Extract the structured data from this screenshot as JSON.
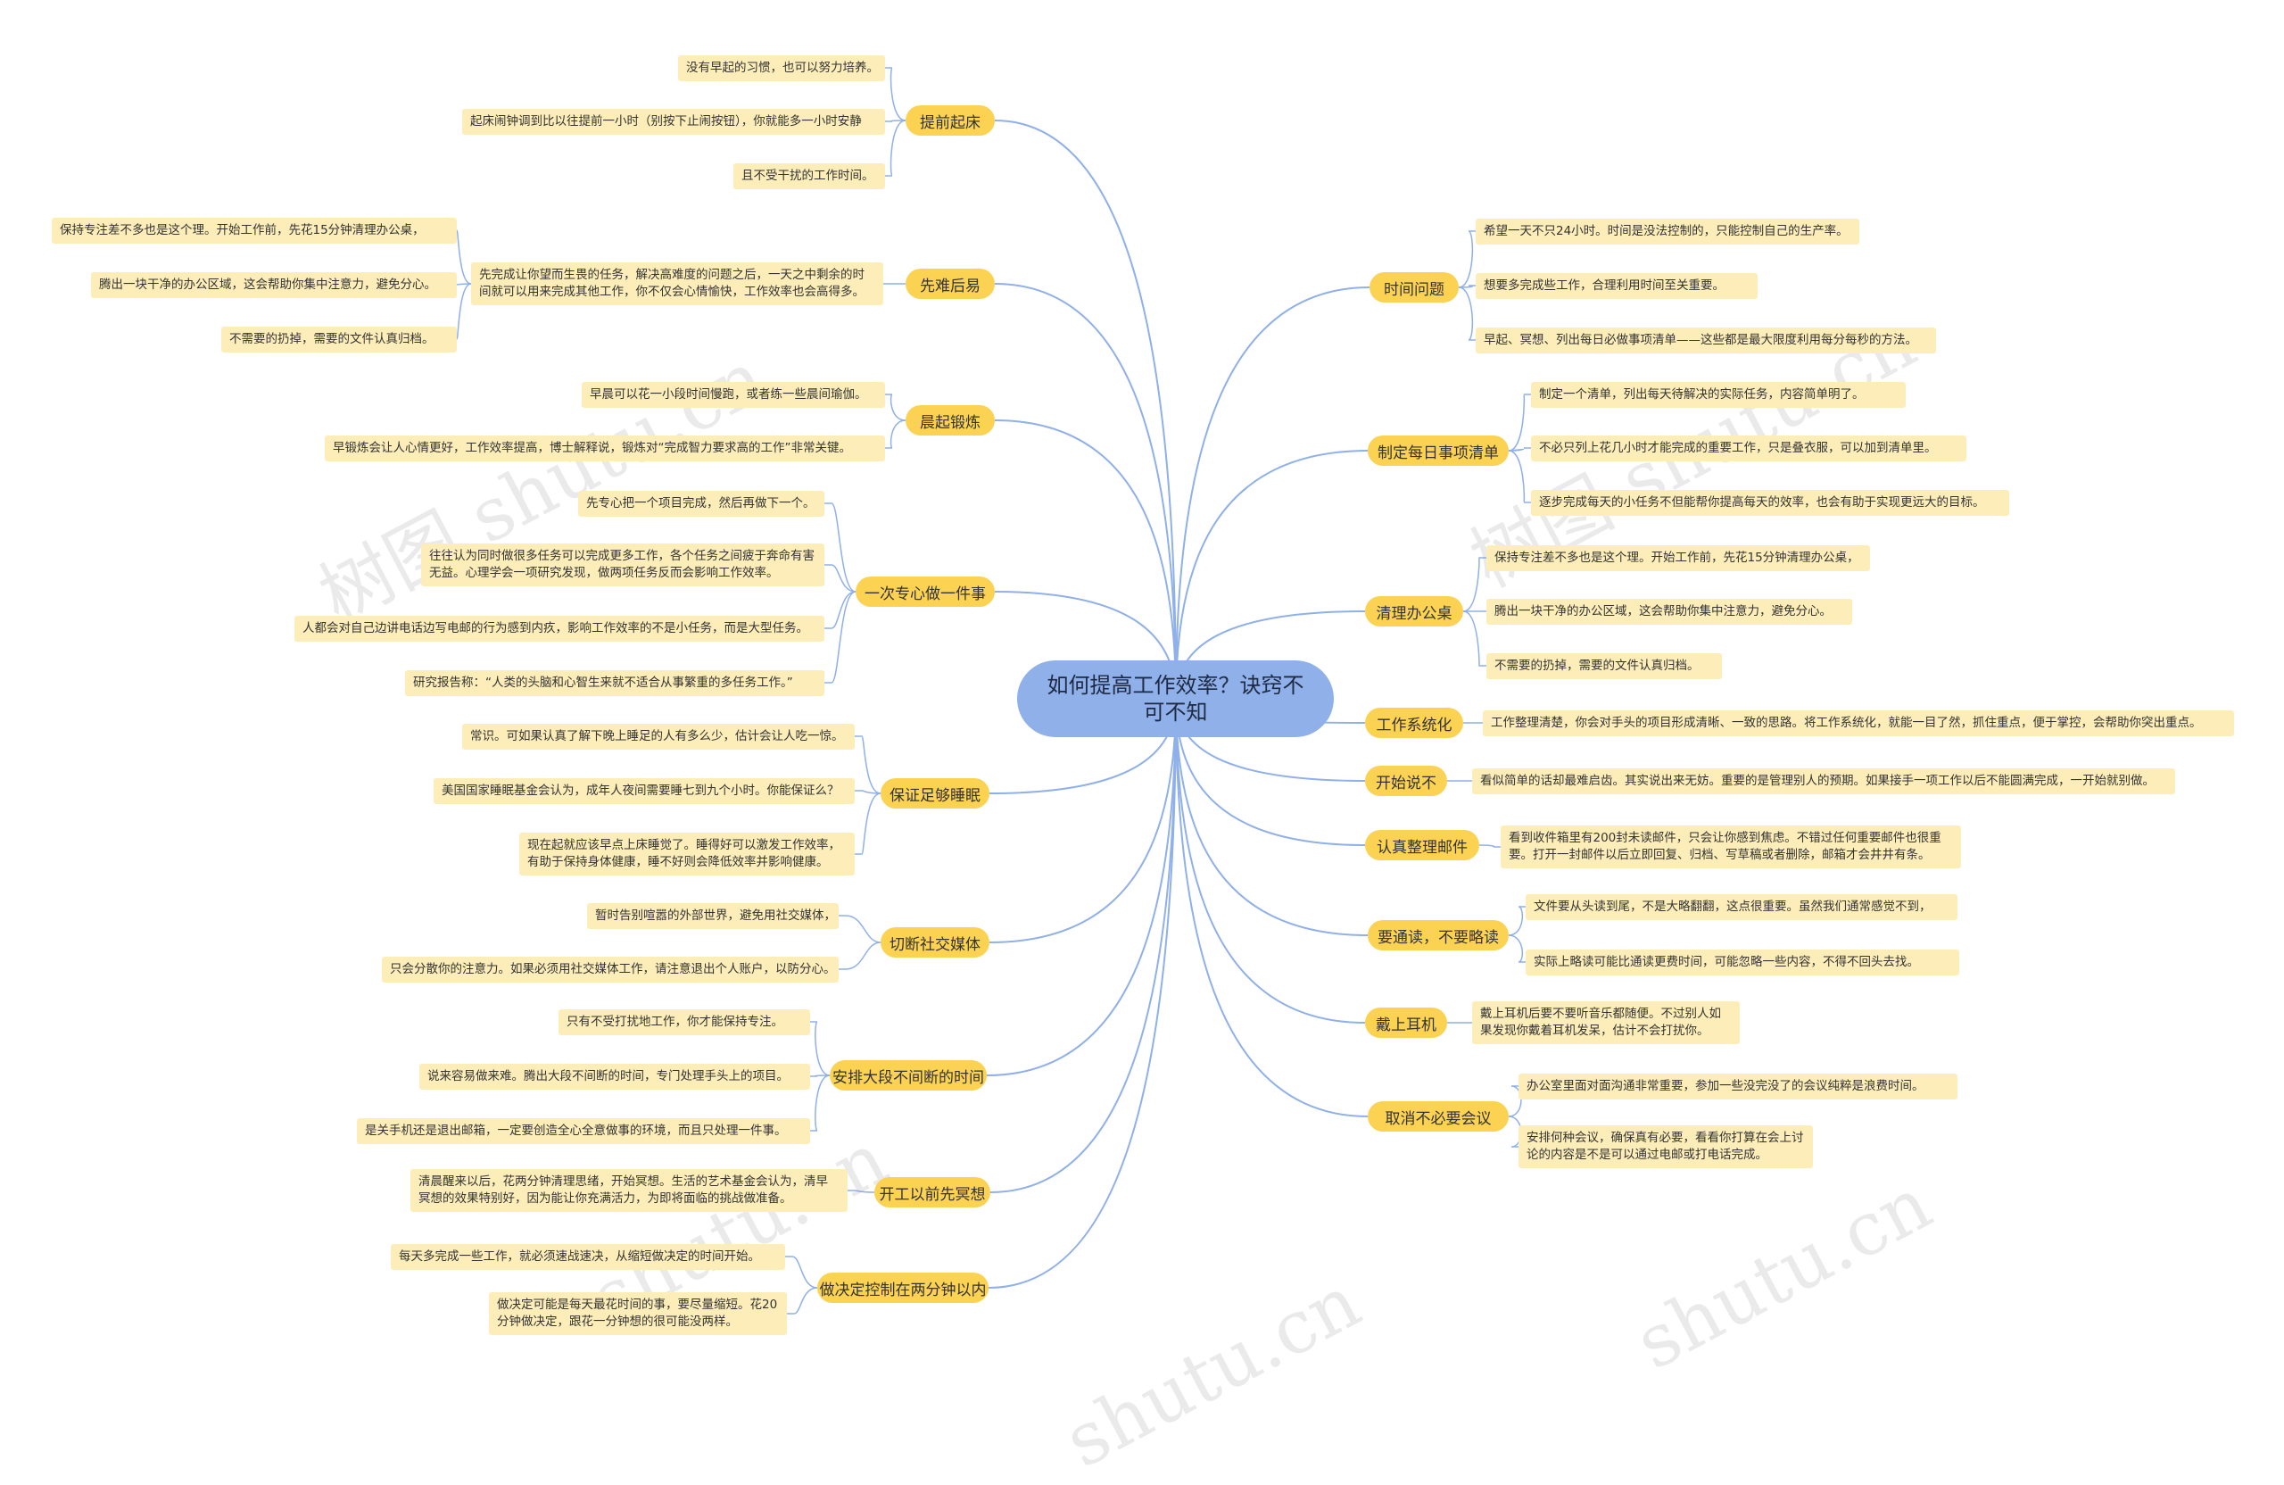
{
  "root": {
    "title": "如何提高工作效率？诀窍不可不知"
  },
  "watermarks": [
    "树图 shutu.cn",
    "树图 shutu.cn",
    "shutu.cn",
    "shutu.cn",
    "shutu.cn"
  ],
  "left_branches": [
    {
      "label": "提前起床",
      "leaves": [
        "没有早起的习惯，也可以努力培养。",
        "起床闹钟调到比以往提前一小时（别按下止闹按钮），你就能多一小时安静",
        "且不受干扰的工作时间。"
      ]
    },
    {
      "label": "先难后易",
      "leaves": [
        "先完成让你望而生畏的任务，解决高难度的问题之后，一天之中剩余的时间就可以用来完成其他工作，你不仅会心情愉快，工作效率也会高得多。"
      ],
      "subleaves": [
        "保持专注差不多也是这个理。开始工作前，先花15分钟清理办公桌，",
        "腾出一块干净的办公区域，这会帮助你集中注意力，避免分心。",
        "不需要的扔掉，需要的文件认真归档。"
      ]
    },
    {
      "label": "晨起锻炼",
      "leaves": [
        "早晨可以花一小段时间慢跑，或者练一些晨间瑜伽。",
        "早锻炼会让人心情更好，工作效率提高，博士解释说，锻炼对“完成智力要求高的工作”非常关键。"
      ]
    },
    {
      "label": "一次专心做一件事",
      "leaves": [
        "先专心把一个项目完成，然后再做下一个。",
        "往往认为同时做很多任务可以完成更多工作，各个任务之间疲于奔命有害无益。心理学会一项研究发现，做两项任务反而会影响工作效率。",
        "人都会对自己边讲电话边写电邮的行为感到内疚，影响工作效率的不是小任务，而是大型任务。",
        "研究报告称：“人类的头脑和心智生来就不适合从事繁重的多任务工作。”"
      ]
    },
    {
      "label": "保证足够睡眠",
      "leaves": [
        "常识。可如果认真了解下晚上睡足的人有多么少，估计会让人吃一惊。",
        "美国国家睡眠基金会认为，成年人夜间需要睡七到九个小时。你能保证么？",
        "现在起就应该早点上床睡觉了。睡得好可以激发工作效率，有助于保持身体健康，睡不好则会降低效率并影响健康。"
      ]
    },
    {
      "label": "切断社交媒体",
      "leaves": [
        "暂时告别喧嚣的外部世界，避免用社交媒体，",
        "只会分散你的注意力。如果必须用社交媒体工作，请注意退出个人账户，以防分心。"
      ]
    },
    {
      "label": "安排大段不间断的时间",
      "leaves": [
        "只有不受打扰地工作，你才能保持专注。",
        "说来容易做来难。腾出大段不间断的时间，专门处理手头上的项目。",
        "是关手机还是退出邮箱，一定要创造全心全意做事的环境，而且只处理一件事。"
      ]
    },
    {
      "label": "开工以前先冥想",
      "leaves": [
        "清晨醒来以后，花两分钟清理思绪，开始冥想。生活的艺术基金会认为，清早冥想的效果特别好，因为能让你充满活力，为即将面临的挑战做准备。"
      ]
    },
    {
      "label": "做决定控制在两分钟以内",
      "leaves": [
        "每天多完成一些工作，就必须速战速决，从缩短做决定的时间开始。",
        "做决定可能是每天最花时间的事，要尽量缩短。花20分钟做决定，跟花一分钟想的很可能没两样。"
      ]
    }
  ],
  "right_branches": [
    {
      "label": "时间问题",
      "leaves": [
        "希望一天不只24小时。时间是没法控制的，只能控制自己的生产率。",
        "想要多完成些工作，合理利用时间至关重要。",
        "早起、冥想、列出每日必做事项清单——这些都是最大限度利用每分每秒的方法。"
      ]
    },
    {
      "label": "制定每日事项清单",
      "leaves": [
        "制定一个清单，列出每天待解决的实际任务，内容简单明了。",
        "不必只列上花几小时才能完成的重要工作，只是叠衣服，可以加到清单里。",
        "逐步完成每天的小任务不但能帮你提高每天的效率，也会有助于实现更远大的目标。"
      ]
    },
    {
      "label": "清理办公桌",
      "leaves": [
        "保持专注差不多也是这个理。开始工作前，先花15分钟清理办公桌，",
        "腾出一块干净的办公区域，这会帮助你集中注意力，避免分心。",
        "不需要的扔掉，需要的文件认真归档。"
      ]
    },
    {
      "label": "工作系统化",
      "leaves": [
        "工作整理清楚，你会对手头的项目形成清晰、一致的思路。将工作系统化，就能一目了然，抓住重点，便于掌控，会帮助你突出重点。"
      ]
    },
    {
      "label": "开始说不",
      "leaves": [
        "看似简单的话却最难启齿。其实说出来无妨。重要的是管理别人的预期。如果接手一项工作以后不能圆满完成，一开始就别做。"
      ]
    },
    {
      "label": "认真整理邮件",
      "leaves": [
        "看到收件箱里有200封未读邮件，只会让你感到焦虑。不错过任何重要邮件也很重要。打开一封邮件以后立即回复、归档、写草稿或者删除，邮箱才会井井有条。"
      ]
    },
    {
      "label": "要通读，不要略读",
      "leaves": [
        "文件要从头读到尾，不是大略翻翻，这点很重要。虽然我们通常感觉不到，",
        "实际上略读可能比通读更费时间，可能忽略一些内容，不得不回头去找。"
      ]
    },
    {
      "label": "戴上耳机",
      "leaves": [
        "戴上耳机后要不要听音乐都随便。不过别人如果发现你戴着耳机发呆，估计不会打扰你。"
      ]
    },
    {
      "label": "取消不必要会议",
      "leaves": [
        "办公室里面对面沟通非常重要，参加一些没完没了的会议纯粹是浪费时间。",
        "安排何种会议，确保真有必要，看看你打算在会上讨论的内容是不是可以通过电邮或打电话完成。"
      ]
    }
  ],
  "colors": {
    "root": "#8fb0e8",
    "branch": "#fbd252",
    "leaf": "#fdeeb9",
    "link": "#8fb0e8",
    "leaf_link": "#f5cf5a"
  }
}
